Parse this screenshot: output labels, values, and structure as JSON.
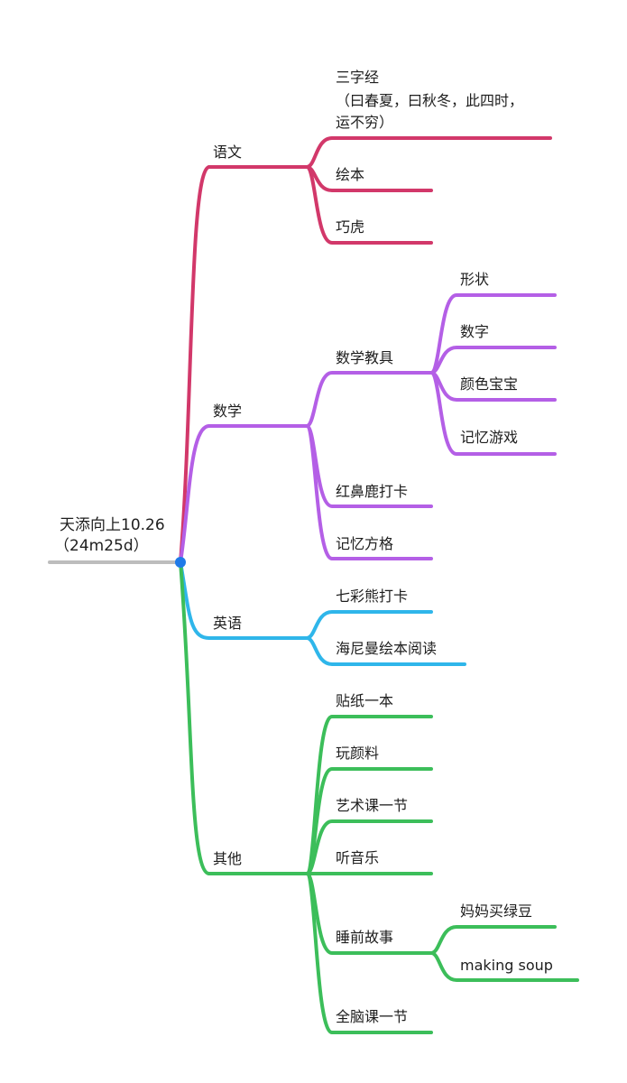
{
  "root": {
    "title": "天添向上10.26",
    "subtitle": "（24m25d）",
    "color": "#bdbdbd",
    "dot_color": "#1f7ae8"
  },
  "branches": [
    {
      "label": "语文",
      "color": "#d2386a",
      "children": [
        {
          "label": "三字经",
          "note": "（曰春夏，曰秋冬，此四时，运不穷）"
        },
        {
          "label": "绘本"
        },
        {
          "label": "巧虎"
        }
      ]
    },
    {
      "label": "数学",
      "color": "#b45fe6",
      "children": [
        {
          "label": "数学教具",
          "children": [
            "形状",
            "数字",
            "颜色宝宝",
            "记忆游戏"
          ]
        },
        {
          "label": "红鼻鹿打卡"
        },
        {
          "label": "记忆方格"
        }
      ]
    },
    {
      "label": "英语",
      "color": "#2fb6ea",
      "children": [
        {
          "label": "七彩熊打卡"
        },
        {
          "label": "海尼曼绘本阅读"
        }
      ]
    },
    {
      "label": "其他",
      "color": "#3cbe5a",
      "children": [
        {
          "label": "贴纸一本"
        },
        {
          "label": "玩颜料"
        },
        {
          "label": "艺术课一节"
        },
        {
          "label": "听音乐"
        },
        {
          "label": "睡前故事",
          "children": [
            "妈妈买绿豆",
            "making soup"
          ]
        },
        {
          "label": "全脑课一节"
        }
      ]
    }
  ]
}
